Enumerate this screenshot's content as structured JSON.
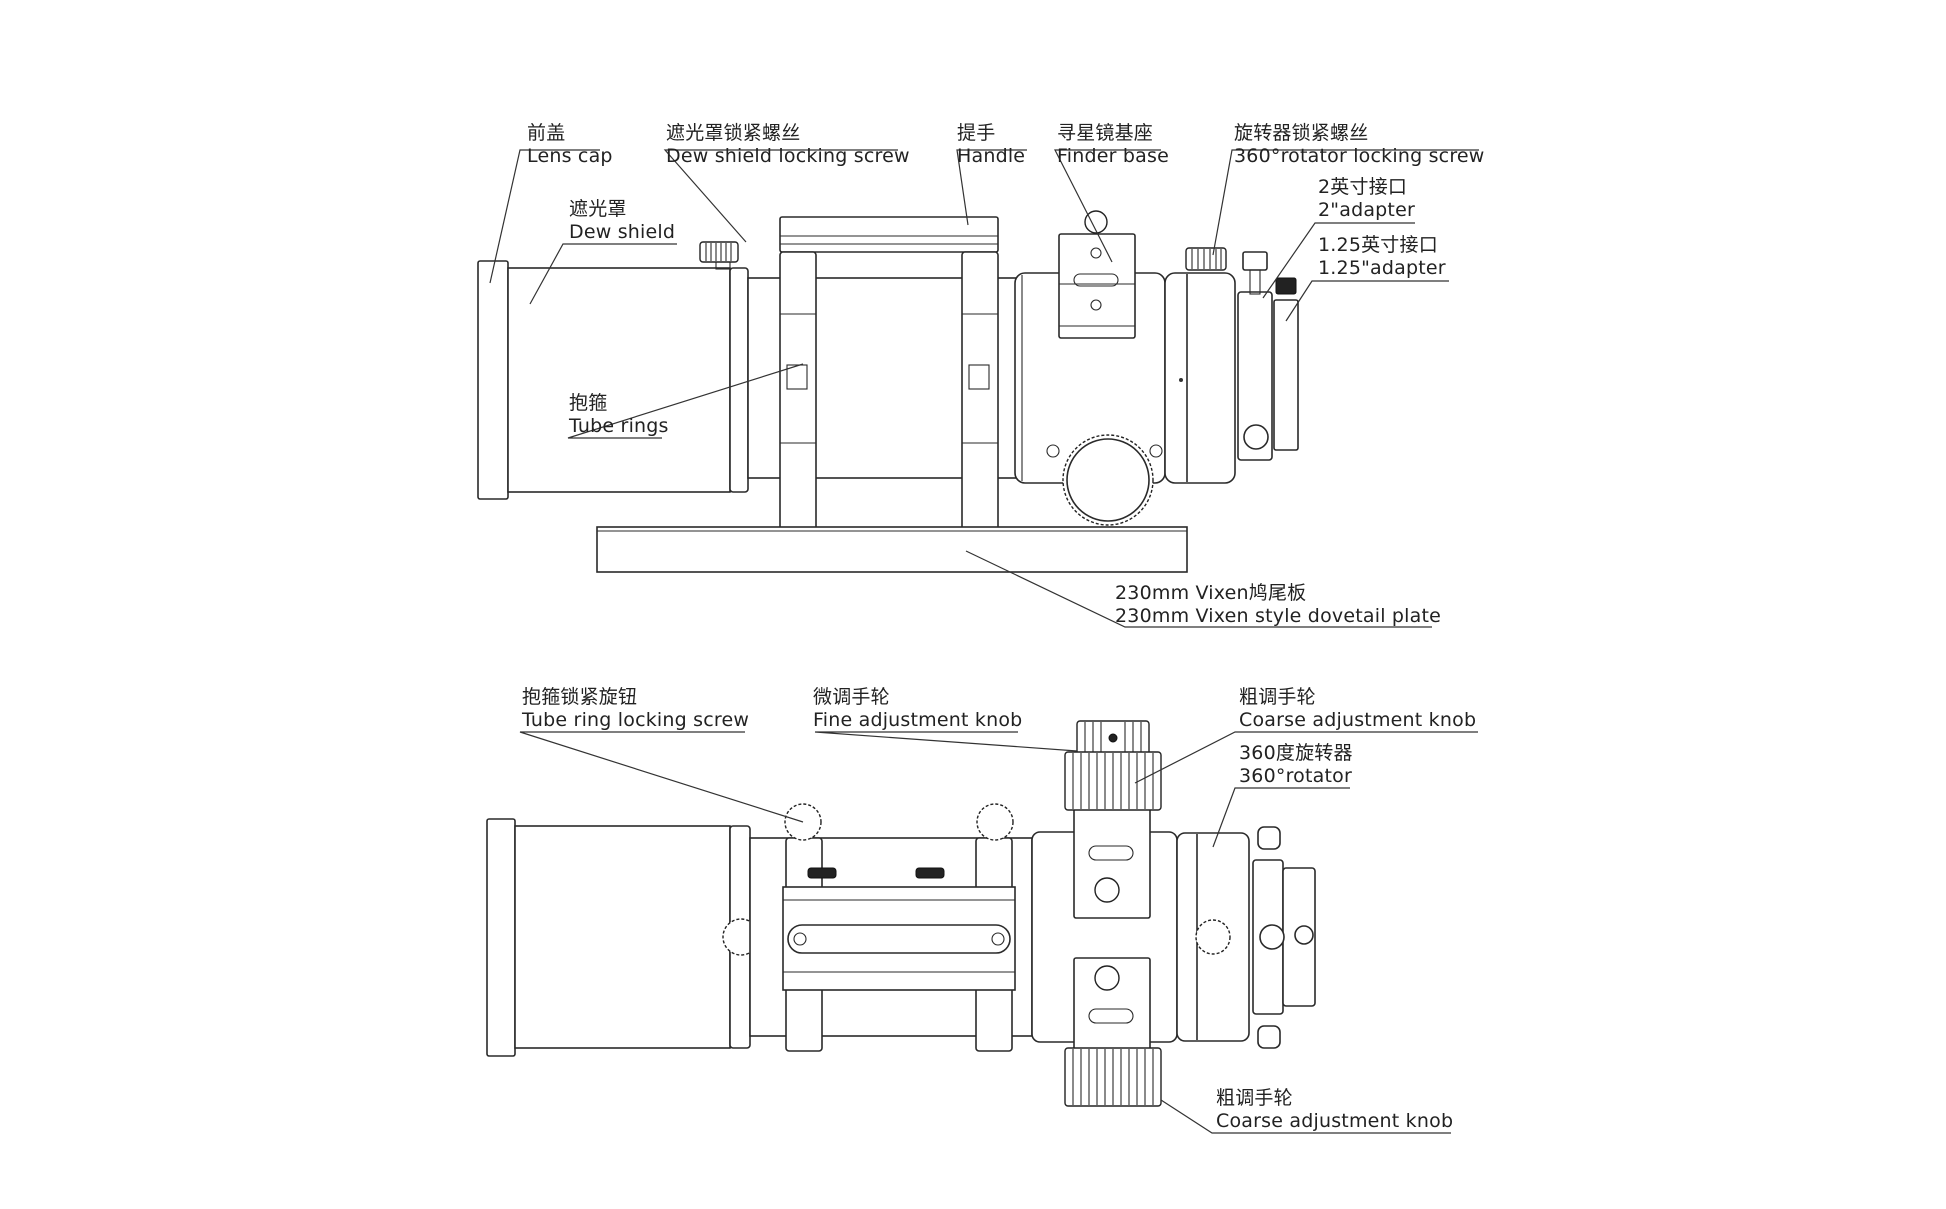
{
  "figure": "telescope-parts-diagram",
  "colors": {
    "line": "#2a2a2a",
    "background": "#ffffff",
    "text": "#222222"
  },
  "top_view": {
    "labels": [
      {
        "id": "lens-cap",
        "zh": "前盖",
        "en": "Lens cap"
      },
      {
        "id": "dew-shield-locking-screw",
        "zh": "遮光罩锁紧螺丝",
        "en": "Dew shield locking screw"
      },
      {
        "id": "handle",
        "zh": "提手",
        "en": "Handle"
      },
      {
        "id": "finder-base",
        "zh": "寻星镜基座",
        "en": "Finder base"
      },
      {
        "id": "rotator-locking-screw",
        "zh": "旋转器锁紧螺丝",
        "en": "360°rotator locking screw"
      },
      {
        "id": "adapter-2in",
        "zh": "2英寸接口",
        "en": "2\"adapter"
      },
      {
        "id": "adapter-125in",
        "zh": "1.25英寸接口",
        "en": "1.25\"adapter"
      },
      {
        "id": "dew-shield",
        "zh": "遮光罩",
        "en": "Dew shield"
      },
      {
        "id": "tube-rings",
        "zh": "抱箍",
        "en": "Tube rings"
      },
      {
        "id": "dovetail-plate",
        "zh": "230mm Vixen鸠尾板",
        "en": "230mm Vixen style dovetail plate"
      }
    ]
  },
  "bottom_view": {
    "labels": [
      {
        "id": "tube-ring-locking-screw",
        "zh": "抱箍锁紧旋钮",
        "en": "Tube ring locking screw"
      },
      {
        "id": "fine-adjustment-knob",
        "zh": "微调手轮",
        "en": "Fine adjustment knob"
      },
      {
        "id": "coarse-adjustment-knob-top",
        "zh": "粗调手轮",
        "en": "Coarse adjustment knob"
      },
      {
        "id": "rotator",
        "zh": "360度旋转器",
        "en": "360°rotator"
      },
      {
        "id": "coarse-adjustment-knob-bottom",
        "zh": "粗调手轮",
        "en": "Coarse adjustment knob"
      }
    ]
  }
}
